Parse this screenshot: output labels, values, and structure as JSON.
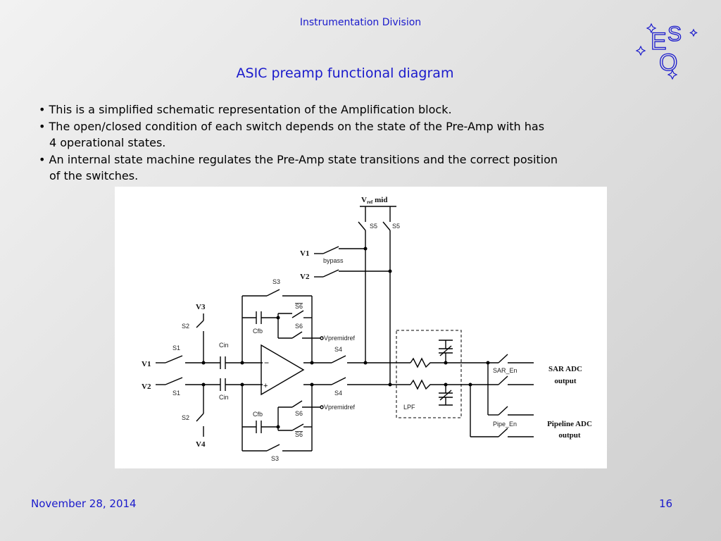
{
  "header": {
    "division": "Instrumentation Division",
    "logo_letters": "ESO"
  },
  "slide": {
    "title": "ASIC preamp functional diagram",
    "bullets": [
      {
        "line1": "• This is a simplified schematic representation of the Amplification block.",
        "line2": ""
      },
      {
        "line1": "• The open/closed condition of each switch depends on the state of the Pre-Amp with has",
        "line2": "4 operational states."
      },
      {
        "line1": "• An internal state machine regulates the Pre-Amp state transitions and the correct position",
        "line2": "of the switches."
      }
    ]
  },
  "diagram": {
    "vref_main": "V",
    "vref_sub": "ref",
    "vref_tail": " mid",
    "s5": "S5",
    "v1": "V1",
    "v2": "V2",
    "v3": "V3",
    "v4": "V4",
    "bypass": "bypass",
    "s1": "S1",
    "s2": "S2",
    "s3": "S3",
    "s4": "S4",
    "s6": "S6",
    "cin": "Cin",
    "cfb": "Cfb",
    "vpremidref": "Vpremidref",
    "minus": "−",
    "plus": "+",
    "lpf": "LPF",
    "sar_en": "SAR_En",
    "pipe_en": "Pipe_En",
    "sar_adc": "SAR ADC",
    "pipeline_adc": "Pipeline ADC",
    "output": "output"
  },
  "footer": {
    "date": "November 28, 2014",
    "page": "16"
  },
  "colors": {
    "accent": "#1a1acc",
    "ink": "#000000"
  }
}
